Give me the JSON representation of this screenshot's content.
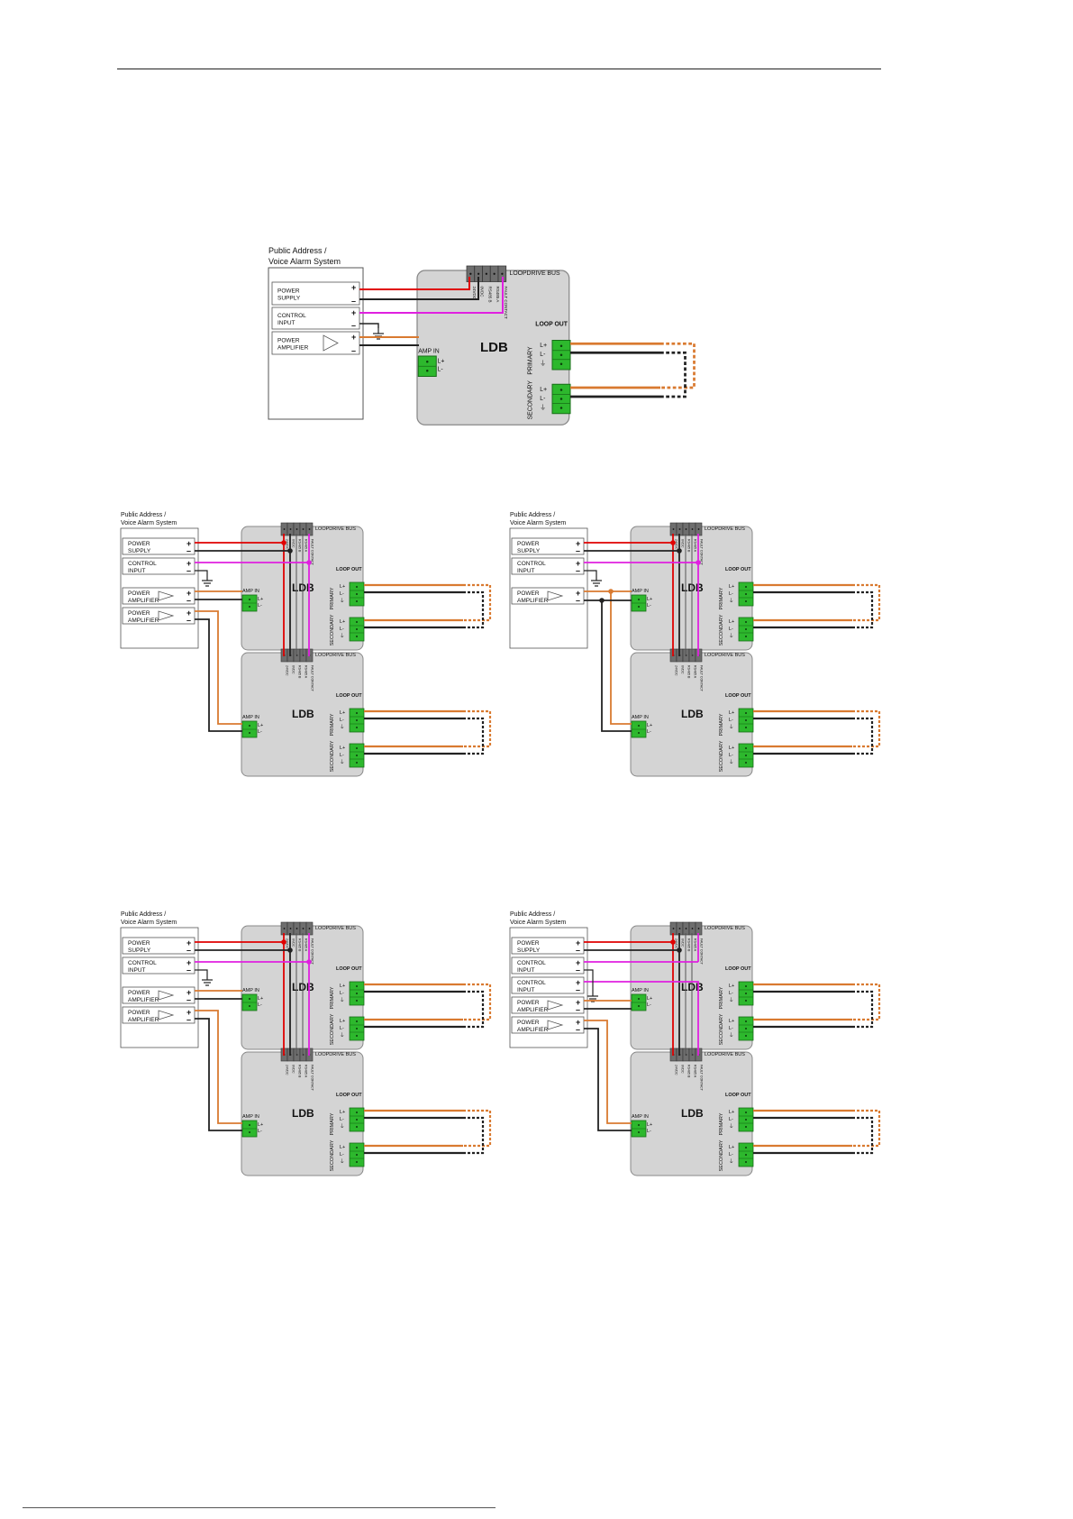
{
  "page": {
    "footer_mark": "—"
  },
  "labels": {
    "system_title_line1": "Public Address /",
    "system_title_line2": "Voice Alarm System",
    "power_supply_1": "POWER",
    "power_supply_2": "SUPPLY",
    "control_input_1": "CONTROL",
    "control_input_2": "INPUT",
    "power_amp_1": "POWER",
    "power_amp_2": "AMPLIFIER",
    "plus": "+",
    "minus": "–",
    "loopdrive_bus": "LOOPDRIVE BUS",
    "amp_in": "AMP IN",
    "loop_out": "LOOP OUT",
    "ldb": "LDB",
    "primary": "PRIMARY",
    "secondary": "SECONDARY",
    "lplus": "L+",
    "lminus": "L-",
    "ground": "⏚",
    "bus_pin_1": "24VDC",
    "bus_pin_2": "0VDC",
    "bus_pin_3": "RS485 B",
    "bus_pin_4": "RS485 A",
    "bus_pin_5": "FAULT CONTACT"
  },
  "colors": {
    "red": "#e00000",
    "black": "#222222",
    "magenta": "#e020e0",
    "orange": "#d97a30",
    "green": "#2db82d",
    "box_gray": "#d4d4d4",
    "box_stroke": "#888888"
  }
}
